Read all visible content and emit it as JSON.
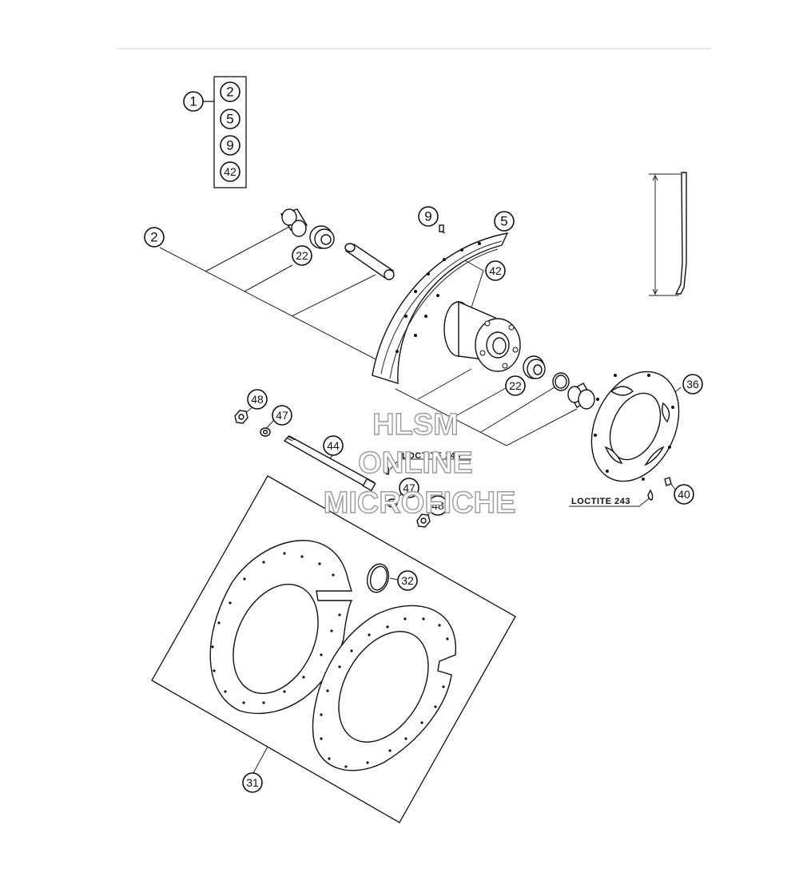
{
  "callouts": {
    "kit": "1",
    "kit_2": "2",
    "kit_5": "5",
    "kit_9": "9",
    "kit_42": "42",
    "axle_spacer": "2",
    "bearing_22_top": "22",
    "nipple": "9",
    "rim": "5",
    "spoke": "42",
    "bearing_22_mid": "22",
    "brake_disc": "36",
    "nut_48_top": "48",
    "washer_47_top": "47",
    "axle": "44",
    "washer_47_bottom": "47",
    "nut_48_bottom": "48",
    "screw": "40",
    "circlip": "32",
    "rim_tape": "31"
  },
  "notes": {
    "loctite_axle": "LOCTITE 243",
    "loctite_disc": "LOCTITE 243"
  },
  "watermark": {
    "line1": "HLSM",
    "line2": "ONLINE",
    "line3": "MICROFICHE"
  }
}
